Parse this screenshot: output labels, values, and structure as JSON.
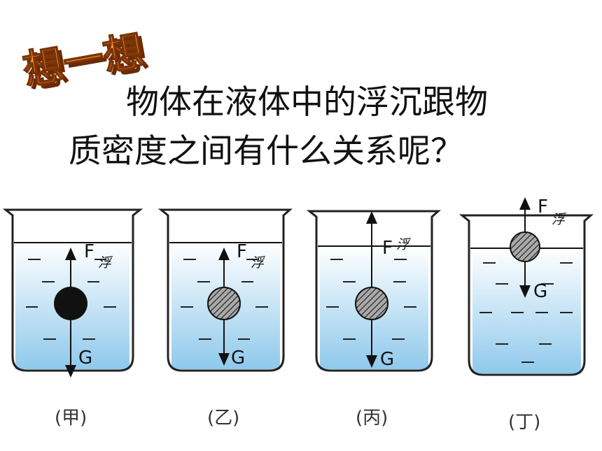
{
  "heading_badge": "想一想",
  "question": {
    "line1": "物体在液体中的浮沉跟物",
    "line2": "质密度之间有什么关系呢？"
  },
  "force_labels": {
    "buoyancy_letter": "F",
    "buoyancy_subscript": "浮",
    "gravity": "G"
  },
  "beakers": [
    {
      "caption": "(甲)",
      "ball_style": "solid-black",
      "buoyant_vs_gravity": "buoyancy < gravity"
    },
    {
      "caption": "(乙)",
      "ball_style": "hatched-grey",
      "buoyant_vs_gravity": "buoyancy = gravity"
    },
    {
      "caption": "(丙)",
      "ball_style": "hatched-grey",
      "buoyant_vs_gravity": "buoyancy > gravity"
    },
    {
      "caption": "(丁)",
      "ball_style": "hatched-grey",
      "buoyant_vs_gravity": "buoyancy = gravity"
    }
  ],
  "colors": {
    "water_top": "#ffffff",
    "water_bottom": "#8fc9ec",
    "badge_fill": "#f07a1a",
    "badge_shadow": "#8a3a08",
    "outline": "#222222"
  }
}
